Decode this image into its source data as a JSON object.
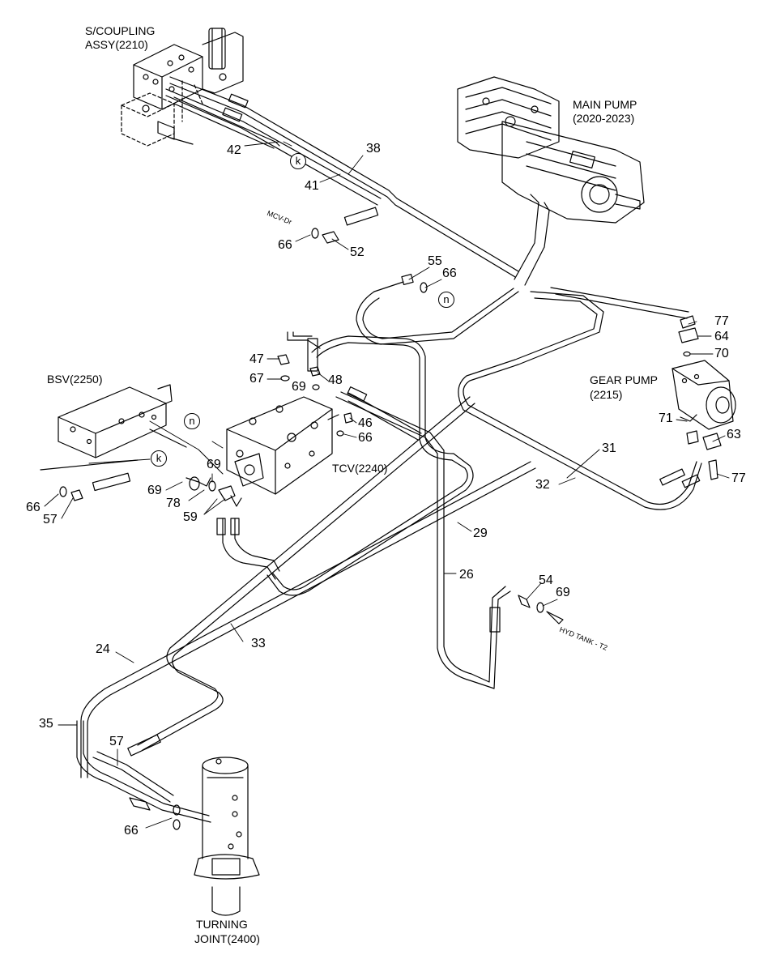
{
  "components": {
    "s_coupling": [
      "S/COUPLING",
      "ASSY(2210)"
    ],
    "main_pump": [
      "MAIN PUMP",
      "(2020-2023)"
    ],
    "bsv": "BSV(2250)",
    "tcv": "TCV(2240)",
    "gear_pump": [
      "GEAR PUMP",
      "(2215)"
    ],
    "turning_joint": [
      "TURNING",
      "JOINT(2400)"
    ]
  },
  "callouts": {
    "c42": "42",
    "c38": "38",
    "c41": "41",
    "c66a": "66",
    "c52": "52",
    "c55": "55",
    "c66b": "66",
    "c77a": "77",
    "c64": "64",
    "c70": "70",
    "c47": "47",
    "c67": "67",
    "c69a": "69",
    "c48": "48",
    "c46": "46",
    "c66c": "66",
    "c71": "71",
    "c63": "63",
    "c31": "31",
    "c32": "32",
    "c77b": "77",
    "c69b": "69",
    "c69c": "69",
    "c78": "78",
    "c59": "59",
    "c66d": "66",
    "c57a": "57",
    "c29": "29",
    "c26": "26",
    "c54": "54",
    "c69d": "69",
    "c24": "24",
    "c33": "33",
    "c35": "35",
    "c57b": "57",
    "c66e": "66"
  },
  "refs": {
    "k1": "k",
    "n1": "n",
    "n2": "n",
    "k2": "k"
  },
  "notes": {
    "mcv": "MCV-Dr",
    "hyd_tank": "HYD TANK - T2"
  }
}
